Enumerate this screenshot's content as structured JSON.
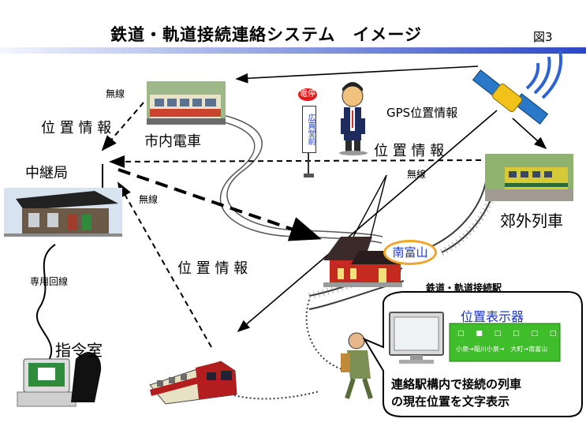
{
  "title": "鉄道・軌道接続連絡システム　イメージ",
  "figure_number": "図3",
  "labels": {
    "wireless_top": "無線",
    "position_info_left": "位 置 情 報",
    "streetcar": "市内電車",
    "relay_station": "中継局",
    "wireless_mid": "無線",
    "position_info_center": "位 置 情 報",
    "dedicated_line": "専用回線",
    "command_room": "指令室",
    "gps_info": "GPS位置情報",
    "position_info_right": "位 置 情 報",
    "wireless_right": "無線",
    "suburban_train": "郊外列車",
    "station_name": "南富山",
    "junction_station": "鉄道・軌道接続駅"
  },
  "tram_stop": {
    "sign": "電停",
    "board": "広貫堂前"
  },
  "display": {
    "title": "位置表示器",
    "top_row": "□ ■ □ □ □ □",
    "bottom_row": "小泉→稲川小泉→　大町→南富山"
  },
  "callout_text": [
    "連絡駅構内で接続の列車",
    "の現在位置を文字表示"
  ],
  "colors": {
    "title_bar_end": "#2b47c6",
    "arrow": "#000000",
    "station_oval_border": "#f1a52a",
    "display_title": "#1a35c8",
    "display_board": "#3fbd2a",
    "gps_signal": "#2e63d6"
  }
}
